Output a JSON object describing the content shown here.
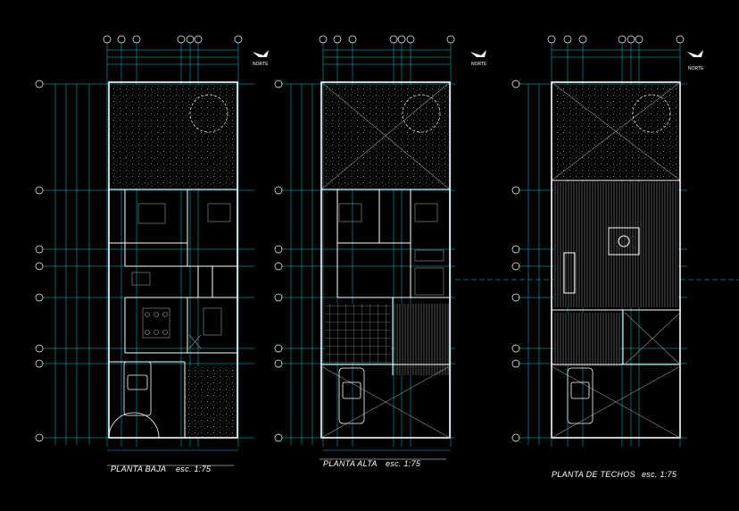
{
  "drawing": {
    "background": "#000000",
    "colors": {
      "walls": "#ffffff",
      "dimensions": "#00c8d8",
      "hatch": "#9a9a9a",
      "text": "#ffffff"
    },
    "north_label": "NORTE",
    "plans": [
      {
        "id": "planta-baja",
        "title": "PLANTA BAJA",
        "scale": "esc. 1:75"
      },
      {
        "id": "planta-alta",
        "title": "PLANTA ALTA",
        "scale": "esc. 1:75"
      },
      {
        "id": "planta-techos",
        "title": "PLANTA DE TECHOS",
        "scale": "esc. 1:75"
      }
    ]
  }
}
